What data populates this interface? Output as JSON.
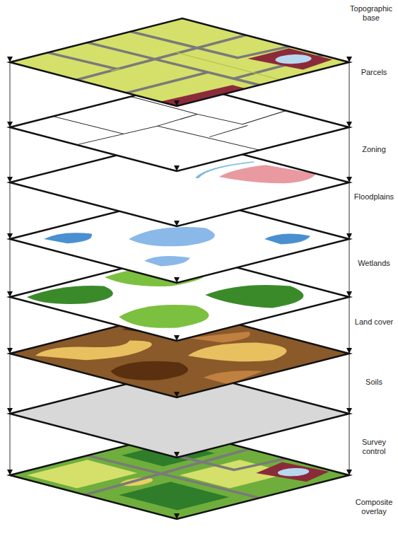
{
  "diagram": {
    "labels": [
      "Topographic base",
      "Parcels",
      "Zoning",
      "Floodplains",
      "Wetlands",
      "Land cover",
      "Soils",
      "Survey control",
      "Composite overlay"
    ]
  }
}
